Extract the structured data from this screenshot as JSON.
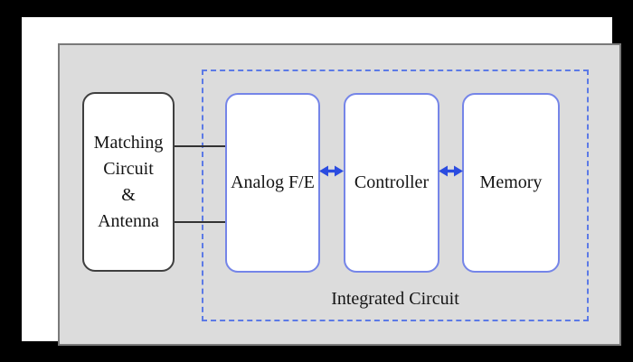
{
  "diagram": {
    "left_box": {
      "name": "Matching Circuit & Antenna",
      "lines": [
        "Matching",
        "Circuit",
        "&",
        "Antenna"
      ]
    },
    "ic": {
      "label": "Integrated Circuit",
      "boxes": [
        {
          "label": "Analog F/E"
        },
        {
          "label": "Controller"
        },
        {
          "label": "Memory"
        }
      ]
    },
    "connections": {
      "left_to_analog": "two plain lines",
      "analog_controller": "bidirectional arrow",
      "controller_memory": "bidirectional arrow"
    },
    "icons": {
      "bidirectional_arrow": "↔"
    }
  },
  "colors": {
    "frame-black": "#000000",
    "mat-white": "#ffffff",
    "panel-gray": "#dcdcdc",
    "panel-border": "#7a7a7a",
    "left-box-border": "#3f3f3f",
    "blue-box-border": "#7585e8",
    "dashed-border": "#5c7ae6",
    "arrow-blue": "#2b4ce0",
    "connector-line": "#333333",
    "text-black": "#141414",
    "box-fill": "#ffffff"
  }
}
